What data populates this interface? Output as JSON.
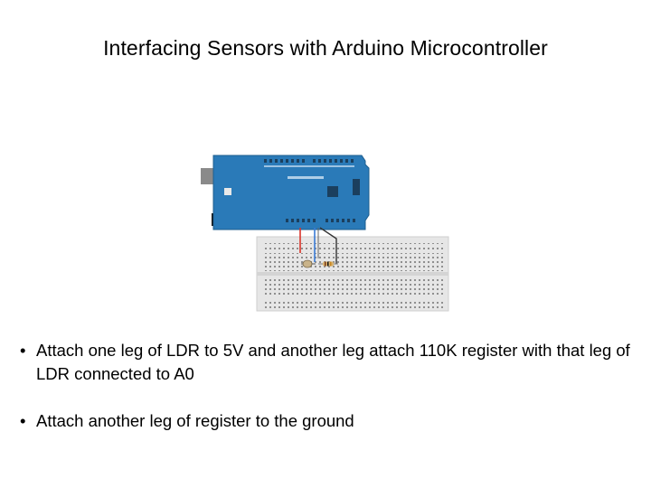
{
  "slide": {
    "title": "Interfacing Sensors with Arduino Microcontroller"
  },
  "bullets": [
    {
      "marker": "•",
      "text": "Attach one leg of LDR to 5V and another leg  attach  110K register with that leg of LDR connected to A0"
    },
    {
      "marker": "•",
      "text": "Attach another leg of register to the ground"
    }
  ],
  "figure": {
    "board_color": "#2a7ab8",
    "breadboard_color": "#e6e6e6",
    "wire_colors": {
      "power": "#d9342b",
      "signal": "#3a7bd5",
      "ground": "#333333"
    }
  }
}
